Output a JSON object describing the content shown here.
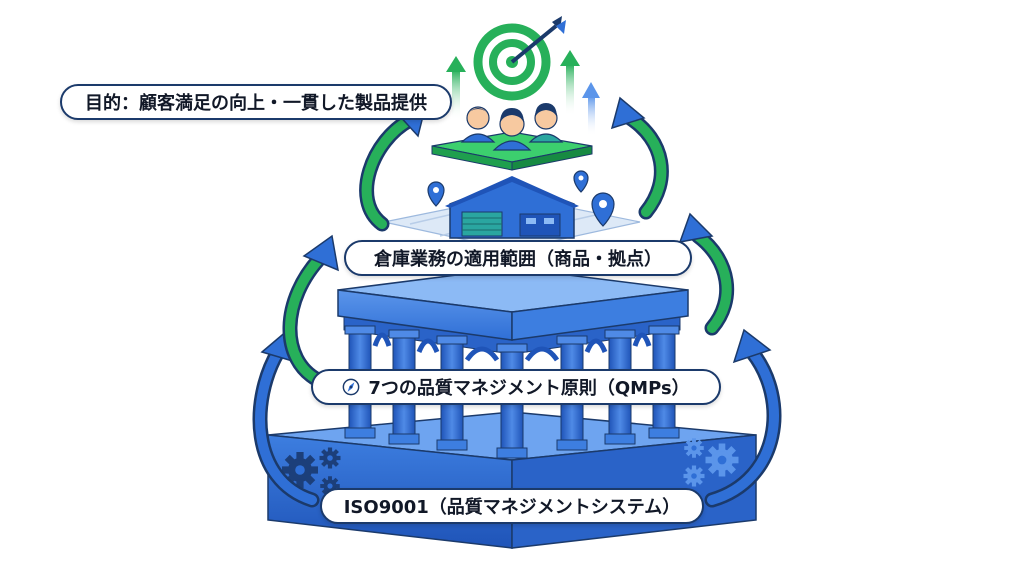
{
  "labels": {
    "goal": "目的：顧客満足の向上・一貫した製品提供",
    "scope": "倉庫業務の適用範囲（商品・拠点）",
    "qmps": "7つの品質マネジメント原則（QMPs）",
    "iso": "ISO9001（品質マネジメントシステム）"
  },
  "icons": {
    "target": "target-icon",
    "people": "people-icon",
    "warehouse": "warehouse-icon",
    "pin": "map-pin-icon",
    "compass": "compass-icon",
    "gear": "gear-icon",
    "arrow": "curved-arrow-icon"
  },
  "colors": {
    "outline": "#1b3a6b",
    "blue": "#2f6fd6",
    "blue_dark": "#1f54b8",
    "blue_light": "#5b95ea",
    "green": "#27b05a",
    "green_light": "#8fe0a8",
    "teal": "#2aa6a0"
  }
}
